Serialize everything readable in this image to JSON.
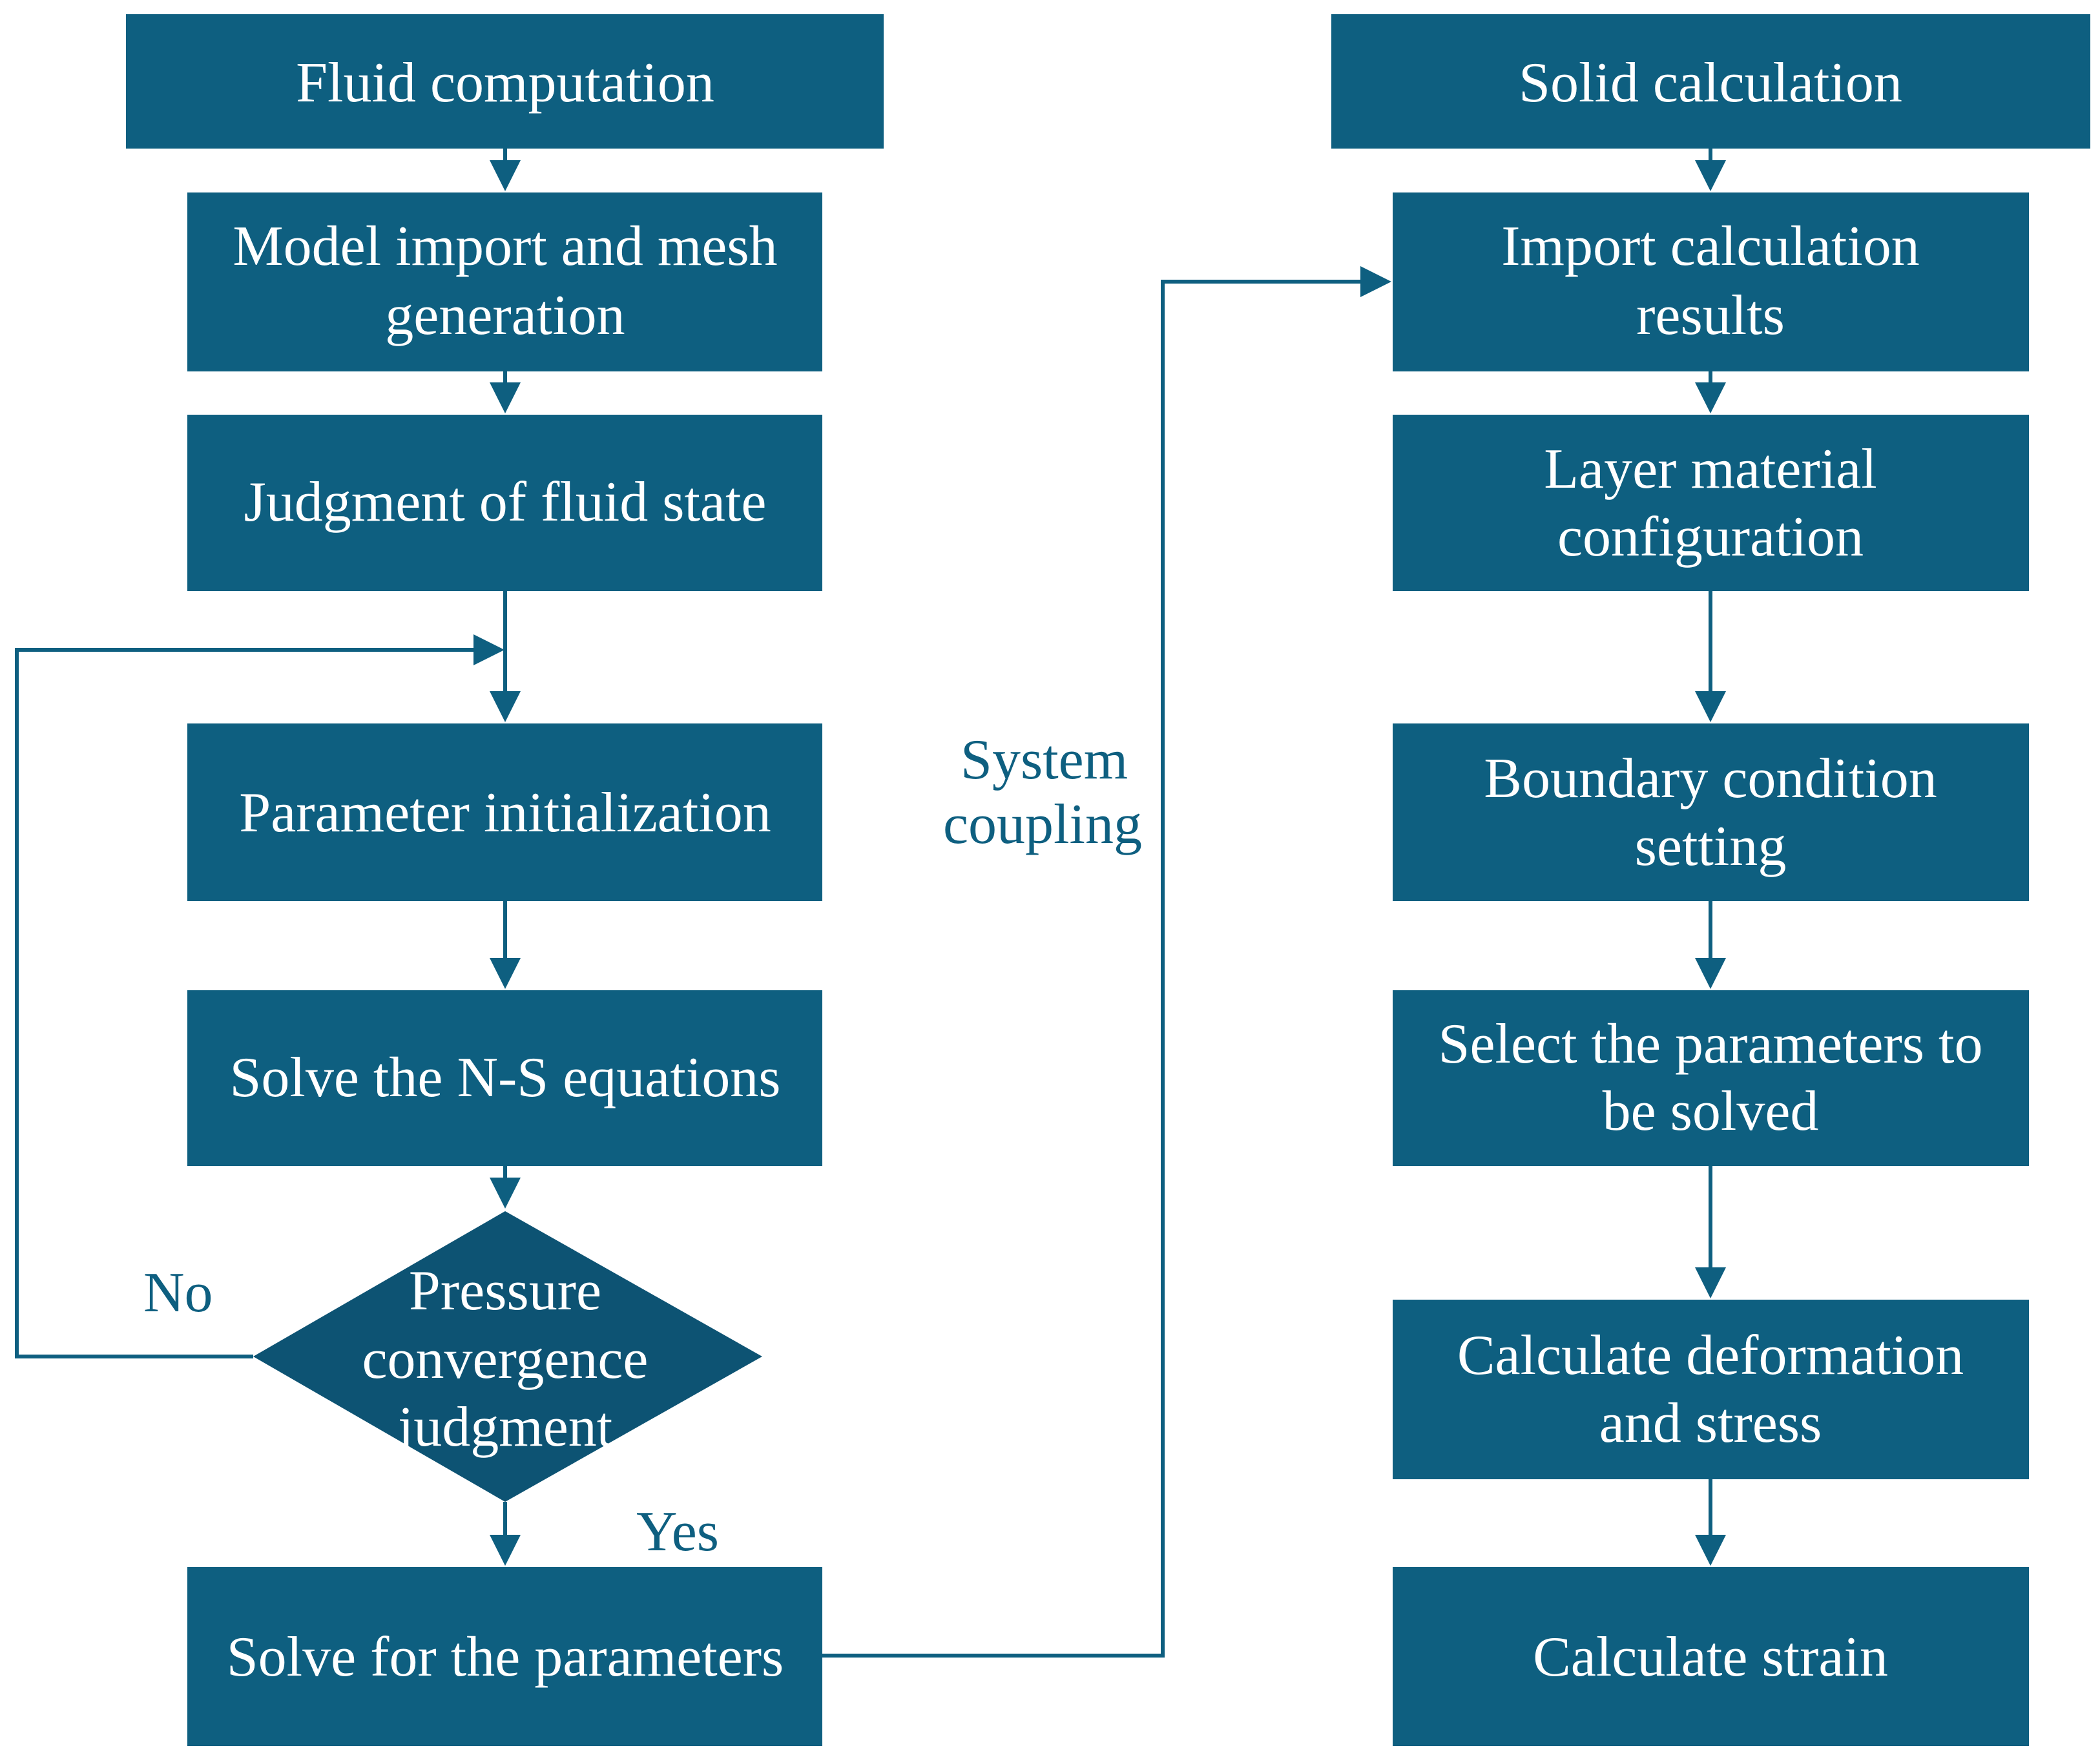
{
  "fluid": {
    "header": "Fluid computation",
    "model_import": [
      "Model import and mesh",
      "generation"
    ],
    "fluid_state": "Judgment of fluid state",
    "param_init": "Parameter initialization",
    "ns_solve": "Solve the N-S equations",
    "decision": [
      "Pressure",
      "convergence",
      "judgment"
    ],
    "solve_params": "Solve for the parameters"
  },
  "solid": {
    "header": "Solid calculation",
    "import_results": [
      "Import calculation",
      "results"
    ],
    "layer_material": [
      "Layer material",
      "configuration"
    ],
    "boundary": [
      "Boundary condition",
      "setting"
    ],
    "select_params": [
      "Select the parameters to",
      "be solved"
    ],
    "deformation": [
      "Calculate deformation",
      "and stress"
    ],
    "strain": "Calculate strain"
  },
  "labels": {
    "no": "No",
    "yes": "Yes",
    "coupling": [
      "System",
      "coupling"
    ]
  }
}
